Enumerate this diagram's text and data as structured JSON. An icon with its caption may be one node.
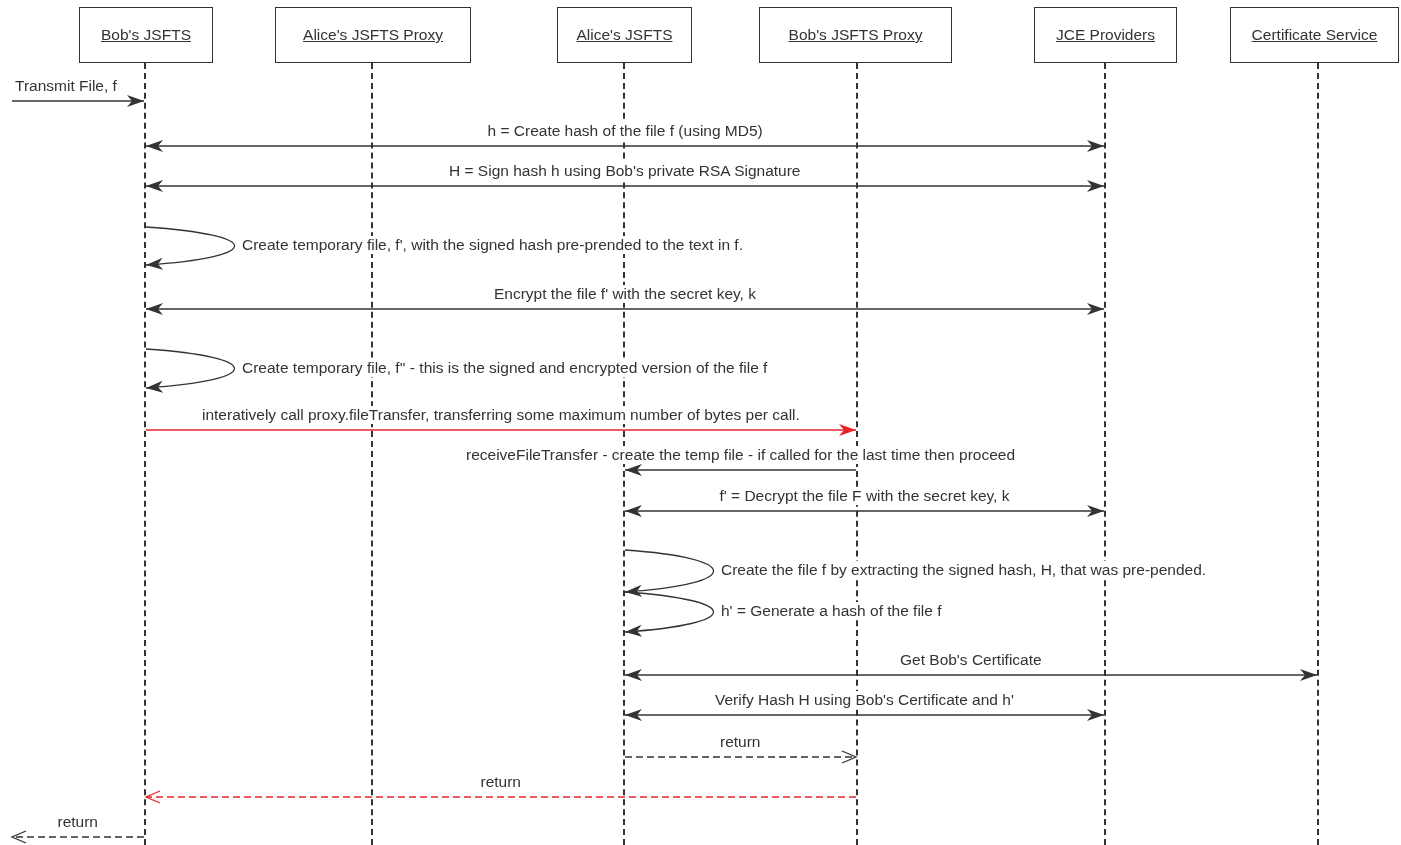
{
  "diagram": {
    "nodes": [
      {
        "text": [
          "Bob's JSFTS"
        ]
      },
      {
        "text": [
          "Alice's JSFTS Proxy"
        ]
      },
      {
        "text": [
          "Alice's JSFTS"
        ]
      },
      {
        "text": [
          "Bob's JSFTS Proxy"
        ]
      },
      {
        "text": [
          "JCE Providers"
        ]
      },
      {
        "text": [
          "Certificate Service"
        ]
      },
      {
        "text": [],
        "shape": "bar"
      },
      {
        "text": [],
        "shape": "bar"
      },
      {
        "text": [],
        "shape": "bar"
      },
      {
        "text": [],
        "shape": "bar"
      },
      {
        "text": [],
        "shape": "bar"
      },
      {
        "text": [],
        "shape": "bar"
      }
    ],
    "edges": [
      {
        "from": null,
        "to": 6,
        "arrow": "to",
        "label": "Transmit File, f"
      },
      {
        "from": 6,
        "to": 10,
        "arrow": "both",
        "label": "h = Create hash of the file f (using MD5)"
      },
      {
        "from": 6,
        "to": 10,
        "arrow": "both",
        "label": "H = Sign hash h using Bob's private RSA Signature"
      },
      {
        "from": 6,
        "to": 6,
        "arrow": "to",
        "label": "Create temporary file, f', with the signed hash pre-prended to the text in f."
      },
      {
        "from": 6,
        "to": 10,
        "arrow": "both",
        "label": "Encrypt the file f' with the secret key, k"
      },
      {
        "from": 6,
        "to": 6,
        "arrow": "to",
        "label": "Create temporary file, f'' - this is the signed and encrypted version of the file f"
      },
      {
        "from": 6,
        "to": 9,
        "arrow": "to",
        "color": "#e8232a",
        "label": "interatively call proxy.fileTransfer, transferring some maximum number of bytes per call."
      },
      {
        "from": 9,
        "to": 8,
        "arrow": "to",
        "label": "receiveFileTransfer - create the temp file - if called for the last time then proceed"
      },
      {
        "from": 8,
        "to": 10,
        "arrow": "both",
        "label": "f' = Decrypt the file F with the secret key, k"
      },
      {
        "from": 8,
        "to": 8,
        "arrow": "to",
        "label": "Create the file f by extracting the signed hash, H, that was pre-pended."
      },
      {
        "from": 8,
        "to": 8,
        "arrow": "to",
        "label": "h' = Generate a hash of the file f"
      },
      {
        "from": 8,
        "to": 11,
        "arrow": "both",
        "label": "Get Bob's Certificate"
      },
      {
        "from": 8,
        "to": 10,
        "arrow": "both",
        "label": "Verify Hash H using Bob's Certificate and h'"
      },
      {
        "from": 8,
        "to": 9,
        "arrow": "to",
        "style": "dashed",
        "label": "return"
      },
      {
        "from": 9,
        "to": 6,
        "arrow": "to",
        "style": "dashed",
        "color": "#e8232a",
        "label": "return"
      },
      {
        "from": 6,
        "to": null,
        "arrow": "to",
        "style": "dashed",
        "label": "return"
      }
    ]
  }
}
